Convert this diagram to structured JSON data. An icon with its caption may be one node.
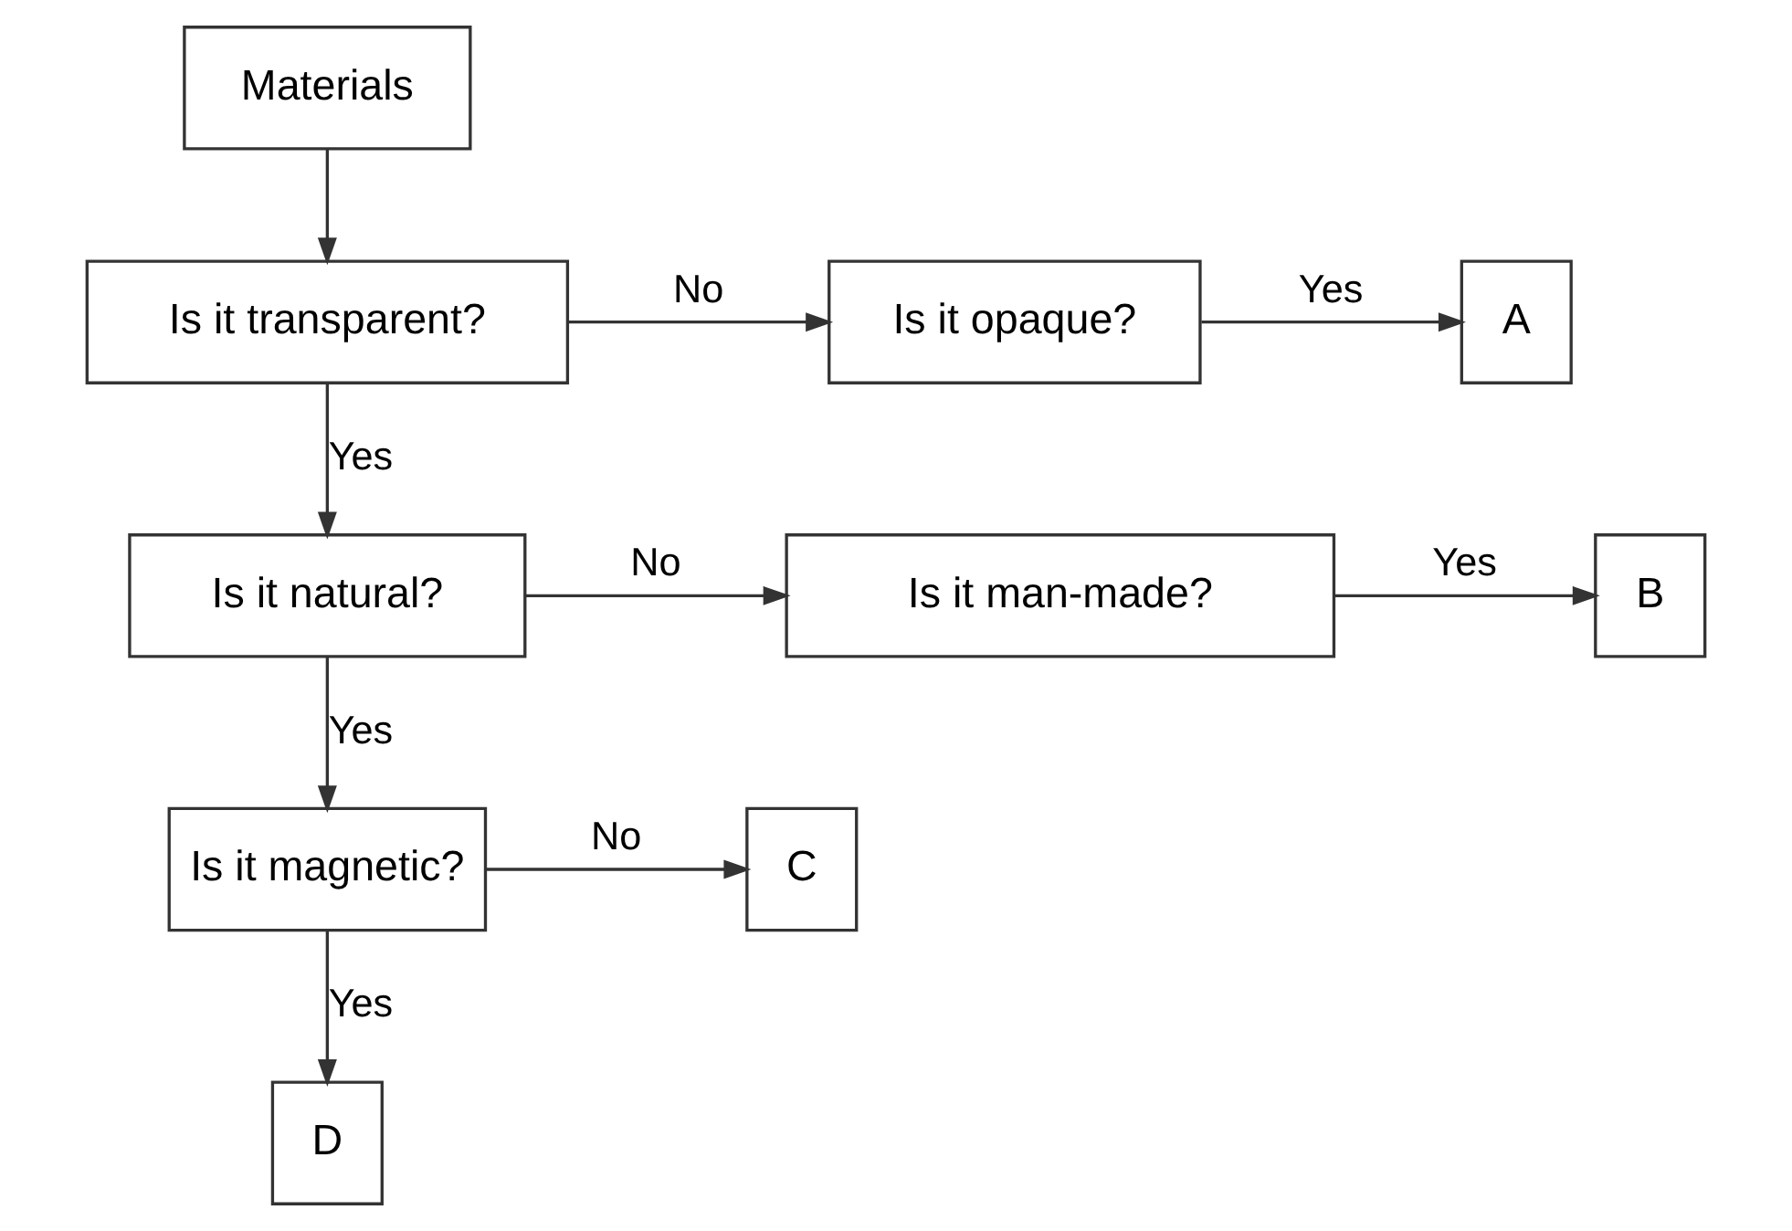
{
  "diagram": {
    "nodes": [
      {
        "text": [
          "Materials"
        ]
      },
      {
        "text": [
          "Is it transparent?"
        ]
      },
      {
        "text": [
          "Is it opaque?"
        ]
      },
      {
        "text": [
          "A"
        ]
      },
      {
        "text": [
          "Is it natural?"
        ]
      },
      {
        "text": [
          "Is it man-made?"
        ]
      },
      {
        "text": [
          "B"
        ]
      },
      {
        "text": [
          "Is it magnetic?"
        ]
      },
      {
        "text": [
          "C"
        ]
      },
      {
        "text": [
          "D"
        ]
      }
    ],
    "edges": [
      {
        "from": 0,
        "to": 1,
        "arrow": "to"
      },
      {
        "from": 1,
        "to": 2,
        "arrow": "to",
        "label": "No"
      },
      {
        "from": 2,
        "to": 3,
        "arrow": "to",
        "label": "Yes"
      },
      {
        "from": 1,
        "to": 4,
        "arrow": "to",
        "label": "Yes"
      },
      {
        "from": 4,
        "to": 5,
        "arrow": "to",
        "label": "No"
      },
      {
        "from": 5,
        "to": 6,
        "arrow": "to",
        "label": "Yes"
      },
      {
        "from": 4,
        "to": 7,
        "arrow": "to",
        "label": "Yes"
      },
      {
        "from": 7,
        "to": 8,
        "arrow": "to",
        "label": "No"
      },
      {
        "from": 7,
        "to": 9,
        "arrow": "to",
        "label": "Yes"
      }
    ]
  }
}
